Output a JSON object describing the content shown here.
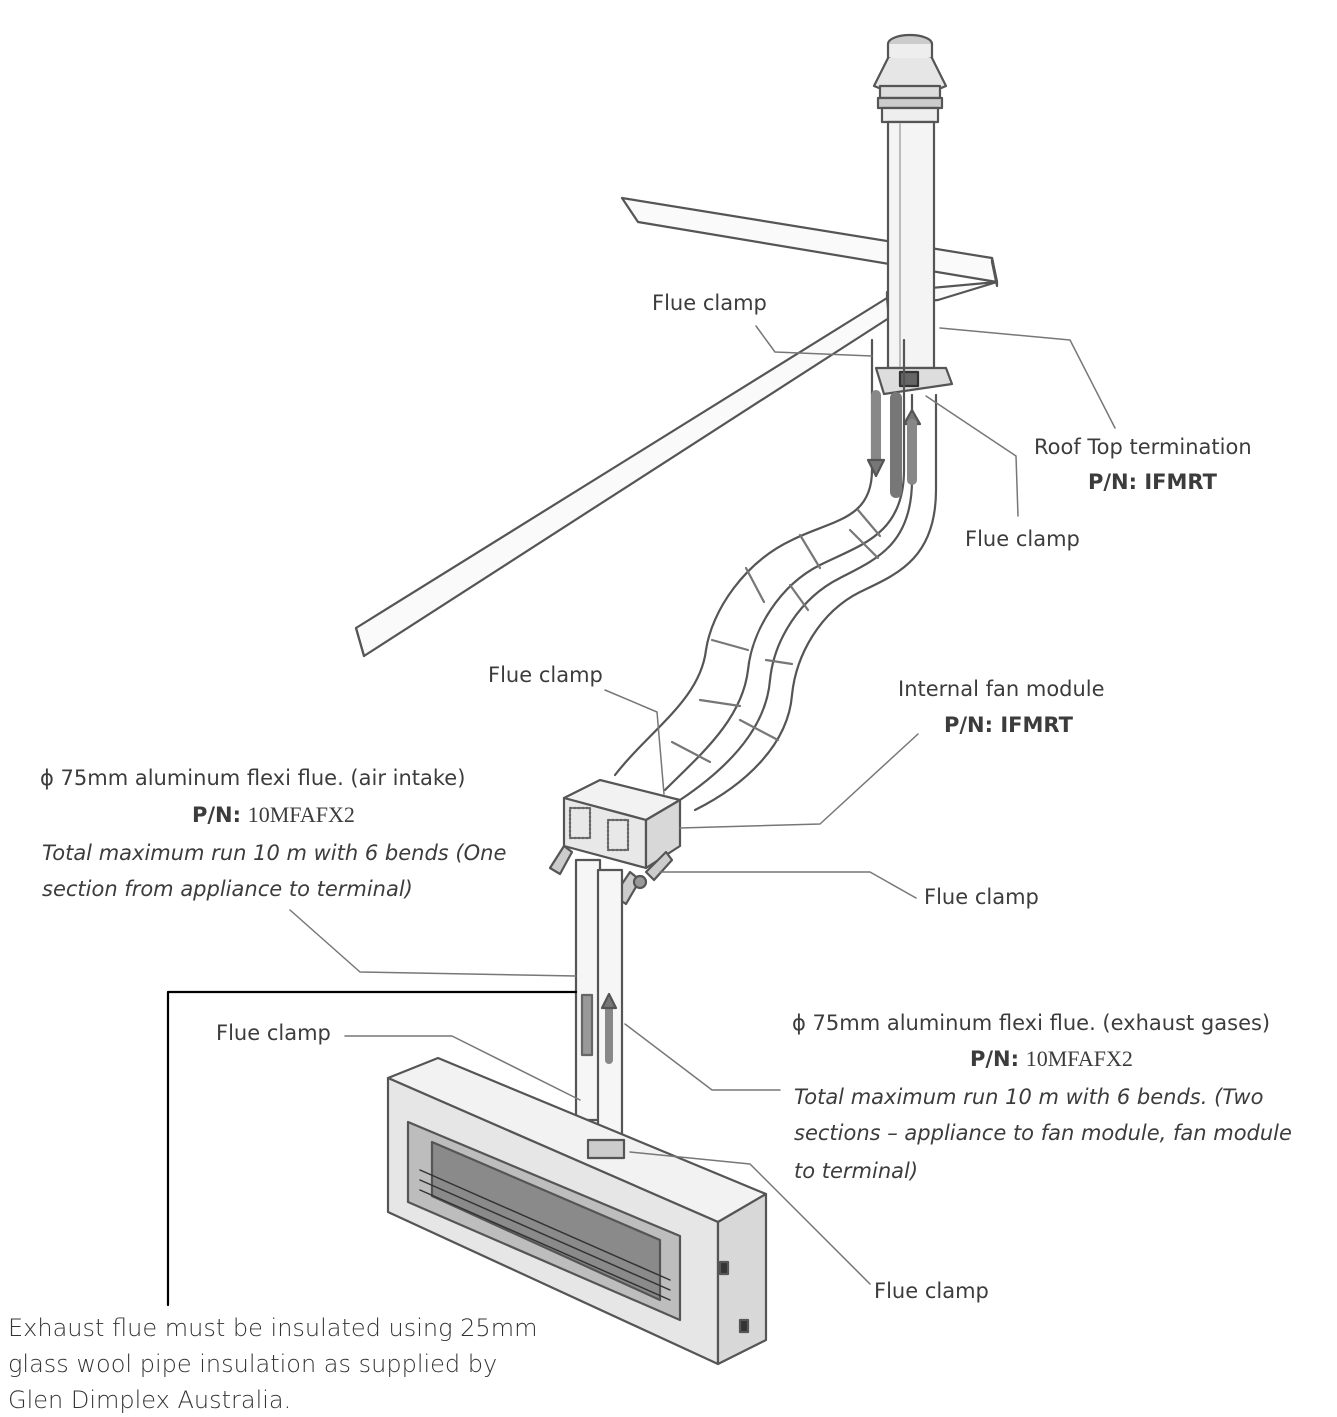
{
  "labels": {
    "flue_clamp_top": "Flue clamp",
    "flue_clamp_roof_right": "Flue clamp",
    "flue_clamp_mid": "Flue clamp",
    "flue_clamp_fan": "Flue clamp",
    "flue_clamp_left": "Flue clamp",
    "flue_clamp_bottom": "Flue clamp",
    "roof_top": {
      "title": "Roof Top termination",
      "pn_prefix": "P/N:",
      "pn_value": "IFMRT"
    },
    "fan_module": {
      "title": "Internal fan module",
      "pn_prefix": "P/N:",
      "pn_value": "IFMRT"
    },
    "air_intake": {
      "title": "ϕ 75mm aluminum flexi flue. (air intake)",
      "pn_prefix": "P/N:",
      "pn_value": "10MFAFX2",
      "line1": "Total maximum run 10 m with 6 bends (One",
      "line2": "section from appliance to terminal)"
    },
    "exhaust": {
      "title": "ϕ 75mm aluminum flexi flue. (exhaust gases)",
      "pn_prefix": "P/N:",
      "pn_value": "10MFAFX2",
      "line1": "Total maximum run 10 m with 6 bends. (Two",
      "line2": "sections – appliance to fan module, fan module",
      "line3": "to terminal)"
    }
  },
  "note": {
    "line1": "Exhaust flue must be insulated using 25mm",
    "line2": "glass wool pipe insulation as supplied by",
    "line3": "Glen Dimplex Australia."
  }
}
